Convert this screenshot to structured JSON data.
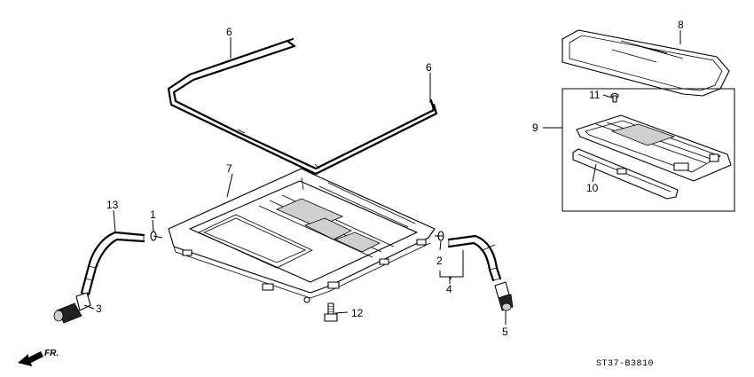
{
  "callouts": {
    "c1": "1",
    "c2": "2",
    "c3": "3",
    "c4": "4",
    "c5": "5",
    "c6a": "6",
    "c6b": "6",
    "c7": "7",
    "c8": "8",
    "c9": "9",
    "c10": "10",
    "c11": "11",
    "c12": "12",
    "c13": "13"
  },
  "direction_label": "FR.",
  "diagram_code": "ST37-B3810"
}
